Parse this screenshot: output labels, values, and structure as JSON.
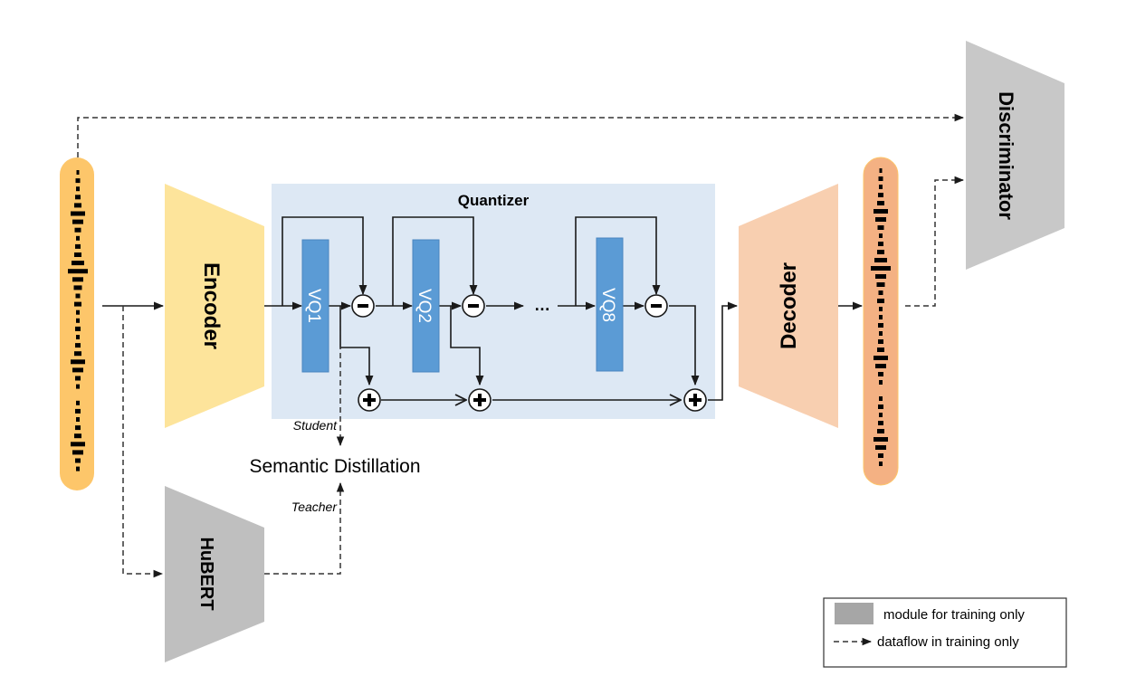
{
  "title": "Codec architecture with residual vector quantizer and semantic distillation",
  "modules": {
    "encoder": {
      "label": "Encoder",
      "color": "#fde49b"
    },
    "decoder": {
      "label": "Decoder",
      "color": "#f8cfb0"
    },
    "hubert": {
      "label": "HuBERT",
      "color": "#bfbfbf"
    },
    "discriminator": {
      "label": "Discriminator",
      "color": "#c8c8c8"
    }
  },
  "quantizer": {
    "label": "Quantizer",
    "background": "#dde8f4",
    "vq_color": "#5b9bd5",
    "codebooks": [
      "VQ1",
      "VQ2",
      "VQ8"
    ],
    "ellipsis": "…",
    "subtract_symbol": "−",
    "add_symbol": "+"
  },
  "waveforms": {
    "input_color": "#fdc66a",
    "output_color": "#f4b183"
  },
  "distillation": {
    "label": "Semantic Distillation",
    "student_label": "Student",
    "teacher_label": "Teacher"
  },
  "legend": {
    "items": [
      {
        "kind": "swatch",
        "label": "module for training only",
        "color": "#a6a6a6"
      },
      {
        "kind": "dashed-arrow",
        "label": "dataflow in training only"
      }
    ]
  }
}
